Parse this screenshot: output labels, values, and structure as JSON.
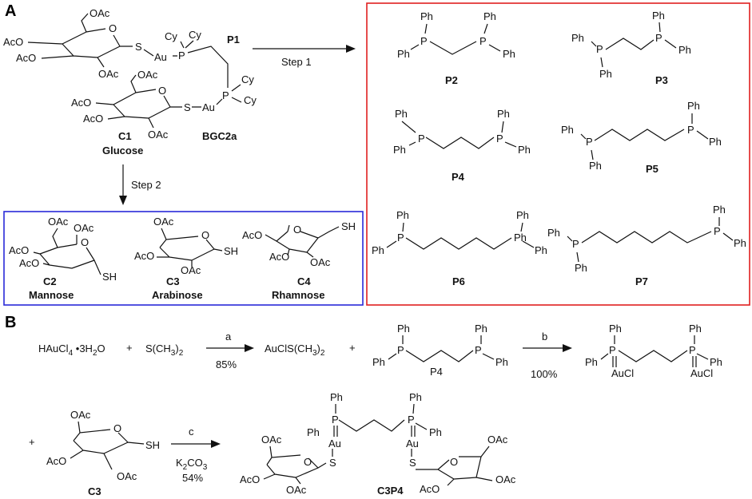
{
  "panels": {
    "a": "A",
    "b": "B"
  },
  "groups": {
    "ph": "Ph",
    "cy": "Cy",
    "p": "P",
    "au": "Au",
    "s": "S",
    "oac": "OAc",
    "aco": "AcO",
    "o": "O",
    "sh": "SH",
    "aucl": "AuCl"
  },
  "panel_a": {
    "p1": "P1",
    "c1": "C1",
    "glucose": "Glucose",
    "bgc2a": "BGC2a",
    "step1": "Step 1",
    "step2": "Step 2",
    "c2": "C2",
    "mannose": "Mannose",
    "c3": "C3",
    "arabinose": "Arabinose",
    "c4": "C4",
    "rhamnose": "Rhamnose",
    "phosphines": [
      "P2",
      "P3",
      "P4",
      "P5",
      "P6",
      "P7"
    ]
  },
  "panel_b": {
    "haucl4": "HAuCl",
    "sub4": "4",
    "dot": "•",
    "water": "3H",
    "sub2": "2",
    "o_letter": "O",
    "plus": "+",
    "sme2": "S(CH",
    "sub3": "3",
    "close2": ")",
    "sub2b": "2",
    "step_a": "a",
    "yield_a": "85%",
    "auclsme2": "AuClS(CH",
    "sub3b": "3",
    "close2b": ")",
    "sub2c": "2",
    "p4": "P4",
    "step_b": "b",
    "yield_b": "100%",
    "c3": "C3",
    "step_c": "c",
    "base": "K",
    "base_sub": "2",
    "base_rest": "CO",
    "base_sub2": "3",
    "yield_c": "54%",
    "c3p4": "C3P4"
  },
  "colors": {
    "red_frame": "#e02020",
    "blue_frame": "#2a2ad8"
  }
}
